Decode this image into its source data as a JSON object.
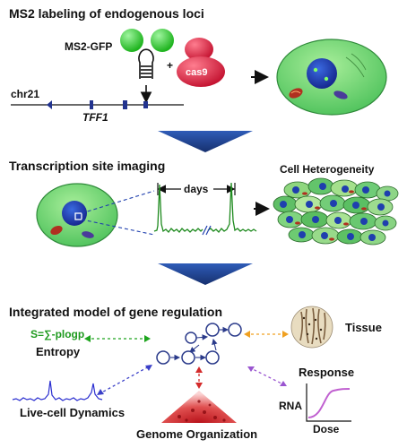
{
  "panel1": {
    "title": "MS2 labeling of endogenous loci",
    "ms2_gfp_label": "MS2-GFP",
    "plus": "+",
    "cas9_label": "cas9",
    "chr_label": "chr21",
    "gene_label": "TFF1"
  },
  "panel2": {
    "title": "Transcription site imaging",
    "days_label": "days",
    "heterogeneity_label": "Cell Heterogeneity"
  },
  "panel3": {
    "title": "Integrated model of gene regulation",
    "entropy_formula": "S=∑-plogp",
    "entropy_label": "Entropy",
    "tissue_label": "Tissue",
    "response_label": "Response",
    "rna_label": "RNA",
    "dose_label": "Dose",
    "dynamics_label": "Live-cell Dynamics",
    "genome_label": "Genome Organization"
  },
  "colors": {
    "gfp_green": "#2ecc2e",
    "cas9_red": "#d81e3c",
    "cell_green": "#6fd07a",
    "nucleus_blue": "#1f3fae",
    "chevron_blue": "#1d3f8f",
    "arrow_green": "#1ea51e",
    "arrow_orange": "#f0a020",
    "arrow_purple": "#9a55d0",
    "arrow_blue": "#3a3fc8",
    "arrow_red": "#d42a2a",
    "response_curve": "#c060d0"
  }
}
